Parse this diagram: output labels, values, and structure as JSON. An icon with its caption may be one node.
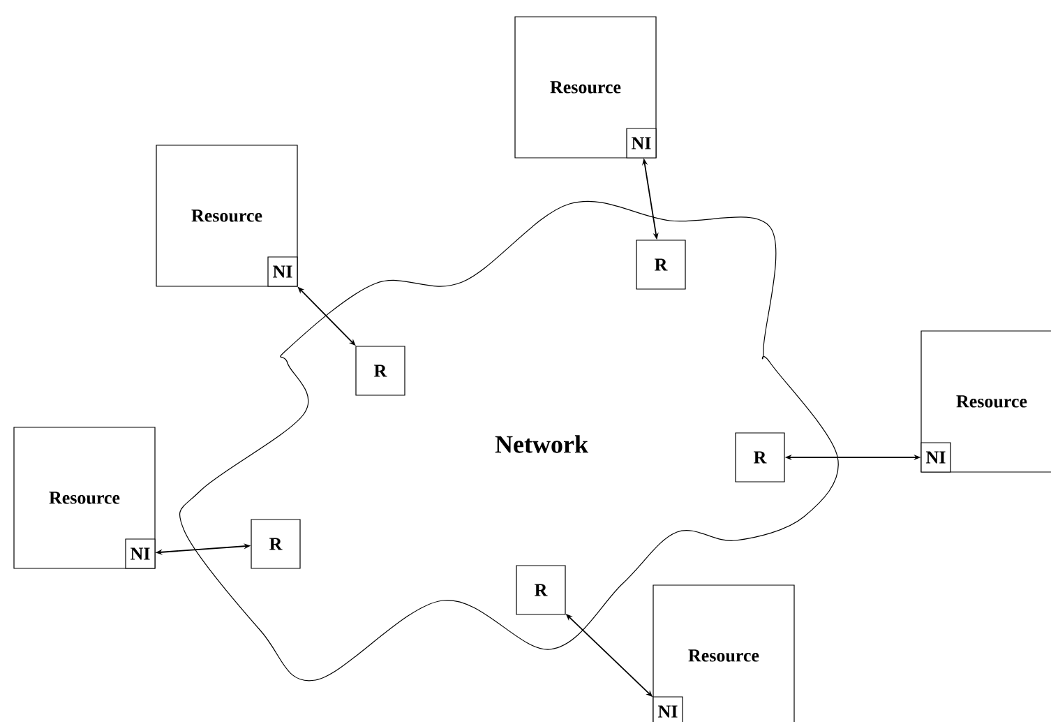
{
  "diagram": {
    "nodes": [
      {
        "text": [
          "Resource"
        ]
      },
      {
        "text": [
          "NI"
        ],
        "in": 0
      },
      {
        "text": [
          "Resource"
        ]
      },
      {
        "text": [
          "NI"
        ],
        "in": 2
      },
      {
        "text": [
          "Network"
        ]
      },
      {
        "text": [
          "R"
        ],
        "in": 4
      },
      {
        "text": [
          "R"
        ],
        "in": 4
      },
      {
        "text": [
          "Resource"
        ]
      },
      {
        "text": [
          "NI"
        ],
        "in": 7
      },
      {
        "text": [
          "R"
        ],
        "in": 4
      },
      {
        "text": [
          "Resource"
        ]
      },
      {
        "text": [
          "NI"
        ],
        "in": 10
      },
      {
        "text": [
          "R"
        ],
        "in": 4
      },
      {
        "text": [
          "R"
        ],
        "in": 4
      },
      {
        "text": [
          "Resource"
        ]
      },
      {
        "text": [
          "NI"
        ],
        "in": 14
      }
    ],
    "edges": [
      {
        "from": 1,
        "to": 5,
        "arrow": "both"
      },
      {
        "from": 3,
        "to": 6,
        "arrow": "both"
      },
      {
        "from": 9,
        "to": 8,
        "arrow": "both"
      },
      {
        "from": 11,
        "to": 12,
        "arrow": "both"
      },
      {
        "from": 13,
        "to": 15,
        "arrow": "both"
      }
    ]
  }
}
